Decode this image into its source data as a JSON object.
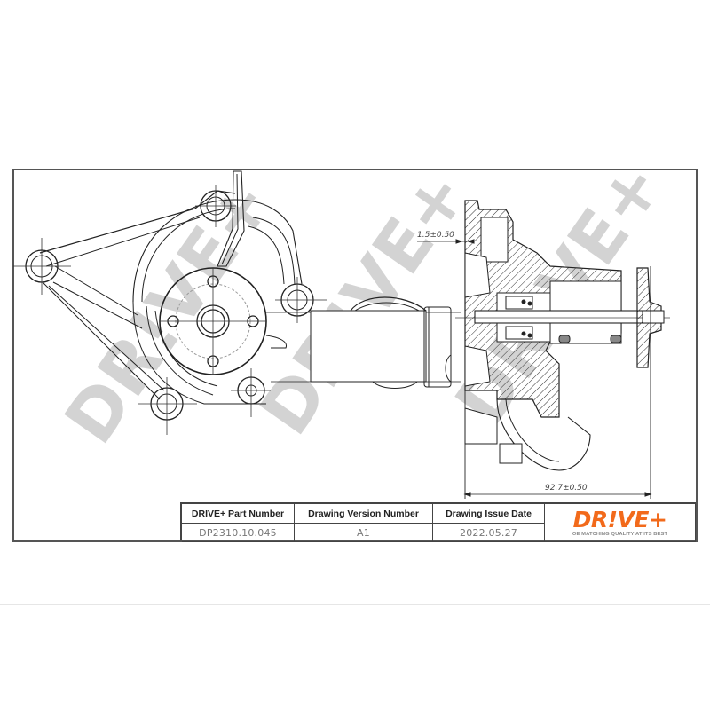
{
  "drawing": {
    "subject": "water pump technical drawing",
    "views": [
      "front-view",
      "section-view"
    ],
    "watermark_text": "DR!VE+",
    "dimensions": {
      "flange_offset": "1.5±0.50",
      "overall_length": "92.7±0.50"
    }
  },
  "title_block": {
    "headers": [
      "DRIVE+ Part Number",
      "Drawing Version Number",
      "Drawing Issue Date"
    ],
    "values": [
      "DP2310.10.045",
      "A1",
      "2022.05.27"
    ],
    "logo": {
      "text": "DR!VE+",
      "tagline": "OE MATCHING QUALITY AT ITS BEST",
      "color": "#f26a1b"
    }
  },
  "colors": {
    "line": "#222222",
    "frame": "#555555",
    "watermark": "#cfcfcf",
    "brand": "#f26a1b"
  }
}
